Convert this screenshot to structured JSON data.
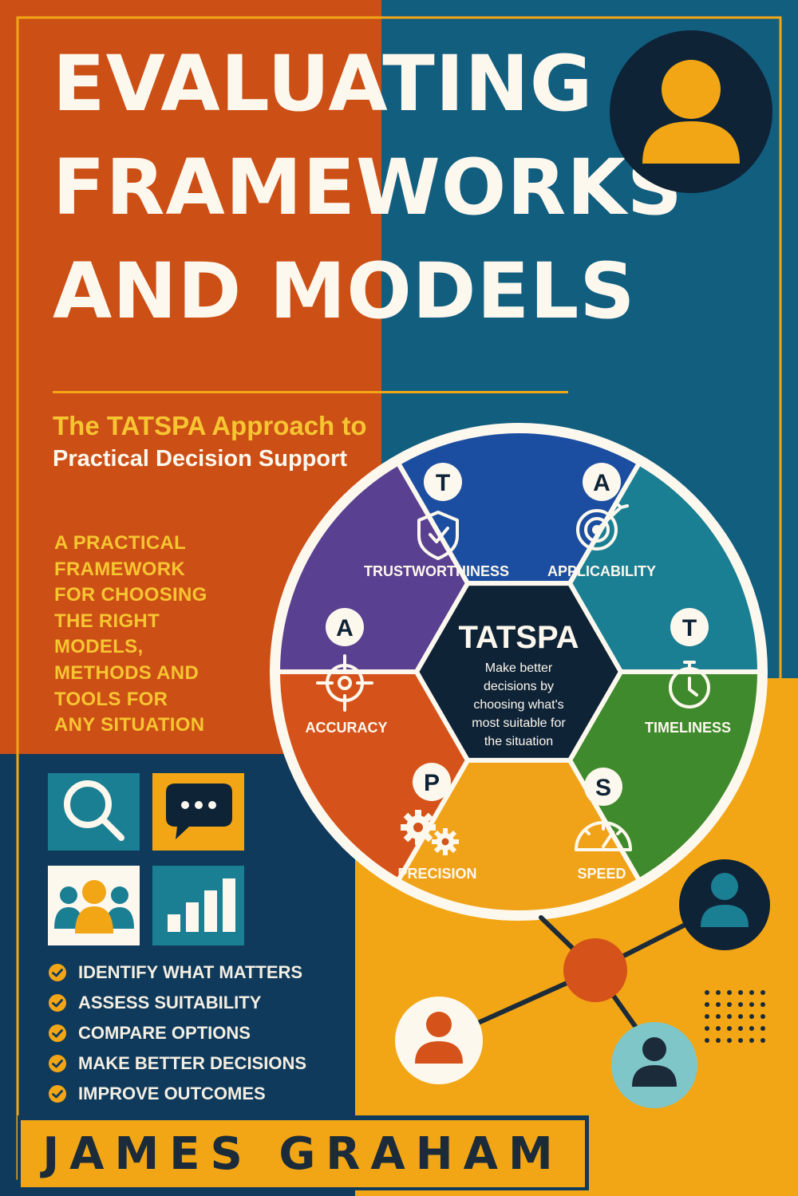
{
  "colors": {
    "orange": "#cc4f16",
    "teal_blue": "#125e7f",
    "navy": "#0f3a5c",
    "gold": "#f2a615",
    "yellow_text": "#f7c531",
    "cream": "#fdf8ee",
    "hub": "#0f2337",
    "seg_trustworthiness": "#1b4ea0",
    "seg_applicability": "#1b7f93",
    "seg_timeliness": "#3e8a2c",
    "seg_speed": "#f0a319",
    "seg_precision": "#d5531a",
    "seg_accuracy": "#5a4090"
  },
  "title_lines": [
    "EVALUATING",
    "FRAMEWORKS",
    "AND MODELS"
  ],
  "subtitle": {
    "line1": "The TATSPA Approach to",
    "line2": "Practical Decision Support"
  },
  "tagline": [
    "A PRACTICAL",
    "FRAMEWORK",
    "FOR CHOOSING",
    "THE RIGHT",
    "MODELS,",
    "METHODS AND",
    "TOOLS FOR",
    "ANY SITUATION"
  ],
  "wheel": {
    "center_title": "TATSPA",
    "center_text": [
      "Make better",
      "decisions by",
      "choosing what's",
      "most suitable for",
      "the situation"
    ],
    "segments": [
      {
        "letter": "T",
        "label": "TRUSTWORTHINESS",
        "icon": "shield-check-icon"
      },
      {
        "letter": "A",
        "label": "APPLICABILITY",
        "icon": "target-arrow-icon"
      },
      {
        "letter": "T",
        "label": "TIMELINESS",
        "icon": "stopwatch-icon"
      },
      {
        "letter": "S",
        "label": "SPEED",
        "icon": "speedometer-icon"
      },
      {
        "letter": "P",
        "label": "PRECISION",
        "icon": "gears-icon"
      },
      {
        "letter": "A",
        "label": "ACCURACY",
        "icon": "crosshair-icon"
      }
    ]
  },
  "icon_tiles": [
    "magnifier-icon",
    "chat-bubble-icon",
    "people-group-icon",
    "bar-chart-icon"
  ],
  "checklist": [
    "IDENTIFY WHAT MATTERS",
    "ASSESS SUITABILITY",
    "COMPARE OPTIONS",
    "MAKE BETTER DECISIONS",
    "IMPROVE OUTCOMES"
  ],
  "author": "JAMES GRAHAM"
}
